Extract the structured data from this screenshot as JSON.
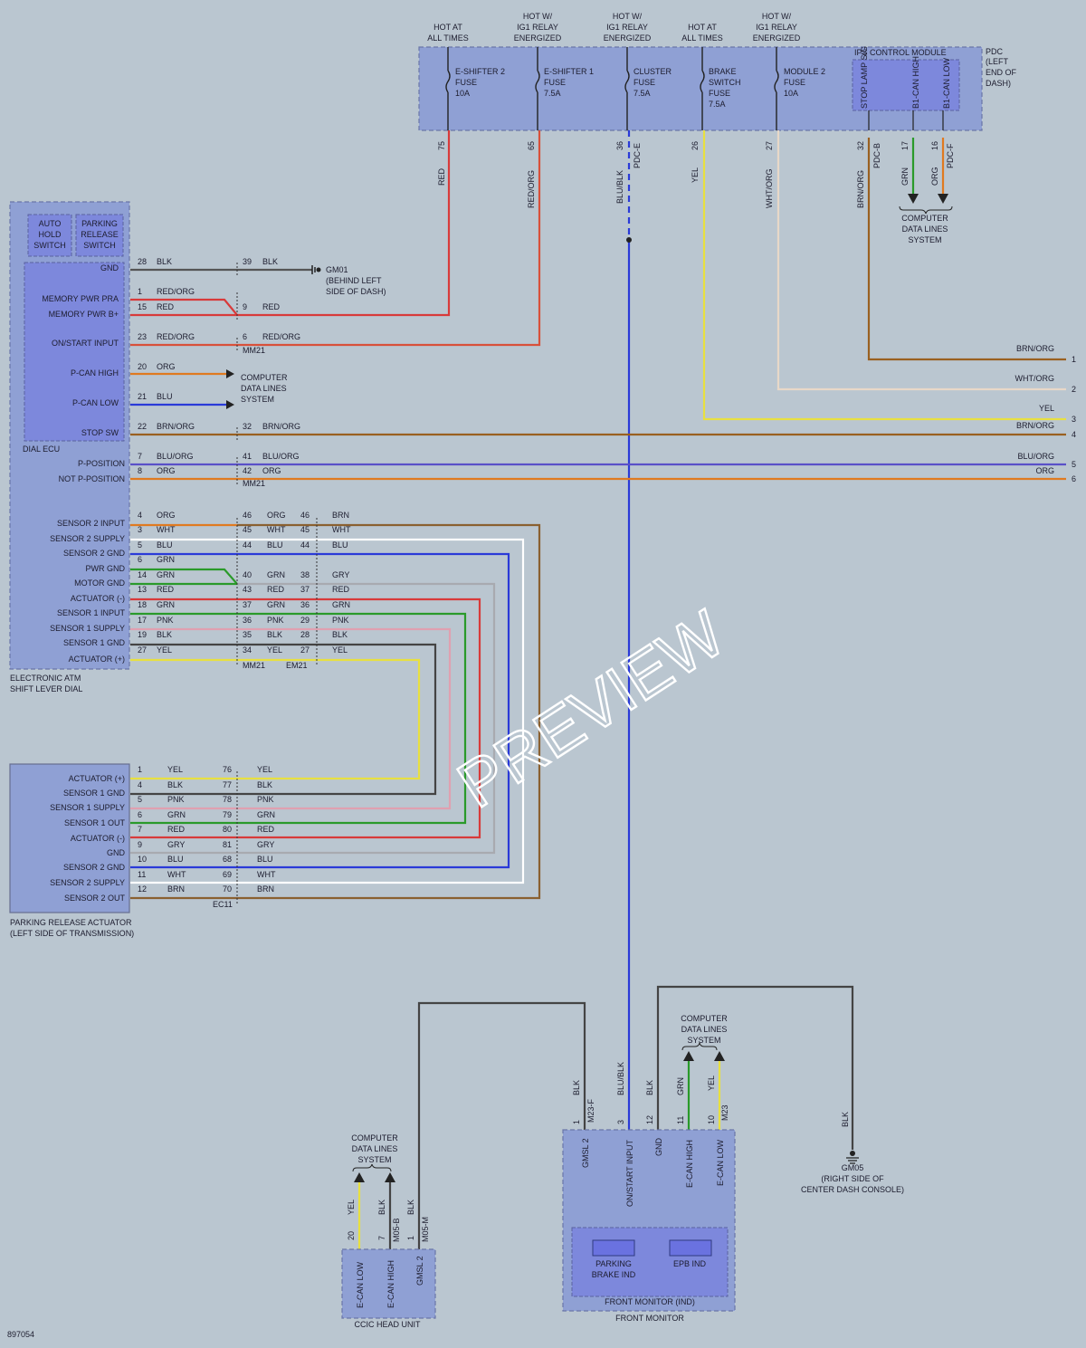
{
  "diagram_id": "897054",
  "watermark": "PREVIEW",
  "pdc": {
    "label": "PDC (LEFT END OF DASH)",
    "label_lines": [
      "PDC",
      "(LEFT",
      "END OF",
      "DASH)"
    ],
    "ips_label": "IPS CONTROL MODULE",
    "ips_pins": [
      "STOP LAMP SIG",
      "B1-CAN HIGH",
      "B1-CAN LOW"
    ],
    "power_headers": [
      [
        "HOT AT",
        "ALL TIMES"
      ],
      [
        "HOT W/",
        "IG1 RELAY",
        "ENERGIZED"
      ],
      [
        "HOT W/",
        "IG1 RELAY",
        "ENERGIZED"
      ],
      [
        "HOT AT",
        "ALL TIMES"
      ],
      [
        "HOT W/",
        "IG1 RELAY",
        "ENERGIZED"
      ]
    ],
    "fuses": [
      [
        "E-SHIFTER 2",
        "FUSE",
        "10A"
      ],
      [
        "E-SHIFTER 1",
        "FUSE",
        "7.5A"
      ],
      [
        "CLUSTER",
        "FUSE",
        "7.5A"
      ],
      [
        "BRAKE",
        "SWITCH",
        "FUSE",
        "7.5A"
      ],
      [
        "MODULE 2",
        "FUSE",
        "10A"
      ]
    ],
    "pins": [
      "75",
      "65",
      "36",
      "26",
      "27",
      "32",
      "17",
      "16"
    ],
    "wire_colors": [
      "RED",
      "RED/ORG",
      "BLU/BLK",
      "YEL",
      "WHT/ORG",
      "BRN/ORG",
      "GRN",
      "ORG"
    ],
    "connectors": [
      "PDC-E",
      "PDC-B",
      "PDC-F"
    ]
  },
  "cdls": [
    "COMPUTER",
    "DATA LINES",
    "SYSTEM"
  ],
  "dial_ecu": {
    "label": "DIAL ECU",
    "switches": [
      [
        "AUTO",
        "HOLD",
        "SWITCH"
      ],
      [
        "PARKING",
        "RELEASE",
        "SWITCH"
      ]
    ],
    "pins": [
      "GND",
      "MEMORY PWR PRA",
      "MEMORY PWR B+",
      "ON/START INPUT",
      "P-CAN HIGH",
      "P-CAN LOW",
      "STOP SW",
      "P-POSITION",
      "NOT P-POSITION"
    ],
    "pin_numbers": [
      "28",
      "1",
      "15",
      "23",
      "20",
      "21",
      "22",
      "7",
      "8"
    ],
    "wire_colors": [
      "BLK",
      "RED/ORG",
      "RED",
      "RED/ORG",
      "ORG",
      "BLU",
      "BRN/ORG",
      "BLU/ORG",
      "ORG"
    ]
  },
  "shift_dial": {
    "label": [
      "ELECTRONIC ATM",
      "SHIFT LEVER DIAL"
    ],
    "pins": [
      "SENSOR 2 INPUT",
      "SENSOR 2 SUPPLY",
      "SENSOR 2 GND",
      "PWR GND",
      "MOTOR GND",
      "ACTUATOR (-)",
      "SENSOR 1 INPUT",
      "SENSOR 1 SUPPLY",
      "SENSOR 1 GND",
      "ACTUATOR (+)"
    ],
    "pin_numbers": [
      "4",
      "3",
      "5",
      "6",
      "14",
      "13",
      "18",
      "17",
      "19",
      "27"
    ],
    "wire_colors": [
      "ORG",
      "WHT",
      "BLU",
      "GRN",
      "GRN",
      "RED",
      "GRN",
      "PNK",
      "BLK",
      "YEL"
    ]
  },
  "mm21": {
    "label": "MM21",
    "gnd_pin": "39",
    "gnd_color": "BLK",
    "red_pin": "9",
    "red_color": "RED",
    "on_pin": "6",
    "on_color": "RED/ORG",
    "stop_pin": "32",
    "stop_color": "BRN/ORG",
    "p_pins": [
      "41",
      "42"
    ],
    "p_colors": [
      "BLU/ORG",
      "ORG"
    ],
    "sensor_pins": [
      "46",
      "45",
      "44",
      "40",
      "43",
      "37",
      "36",
      "35",
      "34"
    ],
    "sensor_colors": [
      "ORG",
      "WHT",
      "BLU",
      "GRN",
      "RED",
      "GRN",
      "PNK",
      "BLK",
      "YEL"
    ]
  },
  "em21": {
    "label": "EM21",
    "pins": [
      "46",
      "45",
      "44",
      "38",
      "37",
      "36",
      "29",
      "28",
      "27"
    ],
    "colors": [
      "BRN",
      "WHT",
      "BLU",
      "GRY",
      "RED",
      "GRN",
      "PNK",
      "BLK",
      "YEL"
    ]
  },
  "ground_gm01": [
    "GM01",
    "(BEHIND LEFT",
    "SIDE OF DASH)"
  ],
  "ground_gm05": [
    "GM05",
    "(RIGHT SIDE OF",
    "CENTER DASH CONSOLE)"
  ],
  "right_edge": {
    "labels": [
      "BRN/ORG",
      "WHT/ORG",
      "YEL",
      "BRN/ORG",
      "BLU/ORG",
      "ORG"
    ],
    "refs": [
      "1",
      "2",
      "3",
      "4",
      "5",
      "6"
    ]
  },
  "actuator": {
    "label": [
      "PARKING RELEASE ACTUATOR",
      "(LEFT SIDE OF TRANSMISSION)"
    ],
    "pins": [
      "ACTUATOR (+)",
      "SENSOR 1 GND",
      "SENSOR 1 SUPPLY",
      "SENSOR 1 OUT",
      "ACTUATOR (-)",
      "GND",
      "SENSOR 2 GND",
      "SENSOR 2 SUPPLY",
      "SENSOR 2 OUT"
    ],
    "pin_numbers": [
      "1",
      "4",
      "5",
      "6",
      "7",
      "9",
      "10",
      "11",
      "12"
    ],
    "wire_colors": [
      "YEL",
      "BLK",
      "PNK",
      "GRN",
      "RED",
      "GRY",
      "BLU",
      "WHT",
      "BRN"
    ],
    "ec11_label": "EC11",
    "ec11_pins": [
      "76",
      "77",
      "78",
      "79",
      "80",
      "81",
      "68",
      "69",
      "70"
    ]
  },
  "front_monitor": {
    "label": "FRONT MONITOR",
    "inner_label": "FRONT MONITOR (IND)",
    "indicators": [
      [
        "PARKING",
        "BRAKE IND"
      ],
      [
        "EPB IND"
      ]
    ],
    "pins": [
      "GMSL 2",
      "ON/START INPUT",
      "GND",
      "E-CAN HIGH",
      "E-CAN LOW"
    ],
    "pin_numbers": [
      "1",
      "3",
      "12",
      "11",
      "10"
    ],
    "wire_colors": [
      "BLK",
      "BLU/BLK",
      "BLK",
      "GRN",
      "YEL"
    ],
    "connector": "M23-F",
    "connector2": "M23"
  },
  "ccic": {
    "label": "CCIC HEAD UNIT",
    "pins": [
      "E-CAN LOW",
      "E-CAN HIGH",
      "GMSL 2"
    ],
    "pin_numbers": [
      "20",
      "7",
      "1"
    ],
    "wire_colors": [
      "YEL",
      "BLK",
      "BLK"
    ],
    "connectors": [
      "M05-B",
      "M05-M"
    ]
  }
}
